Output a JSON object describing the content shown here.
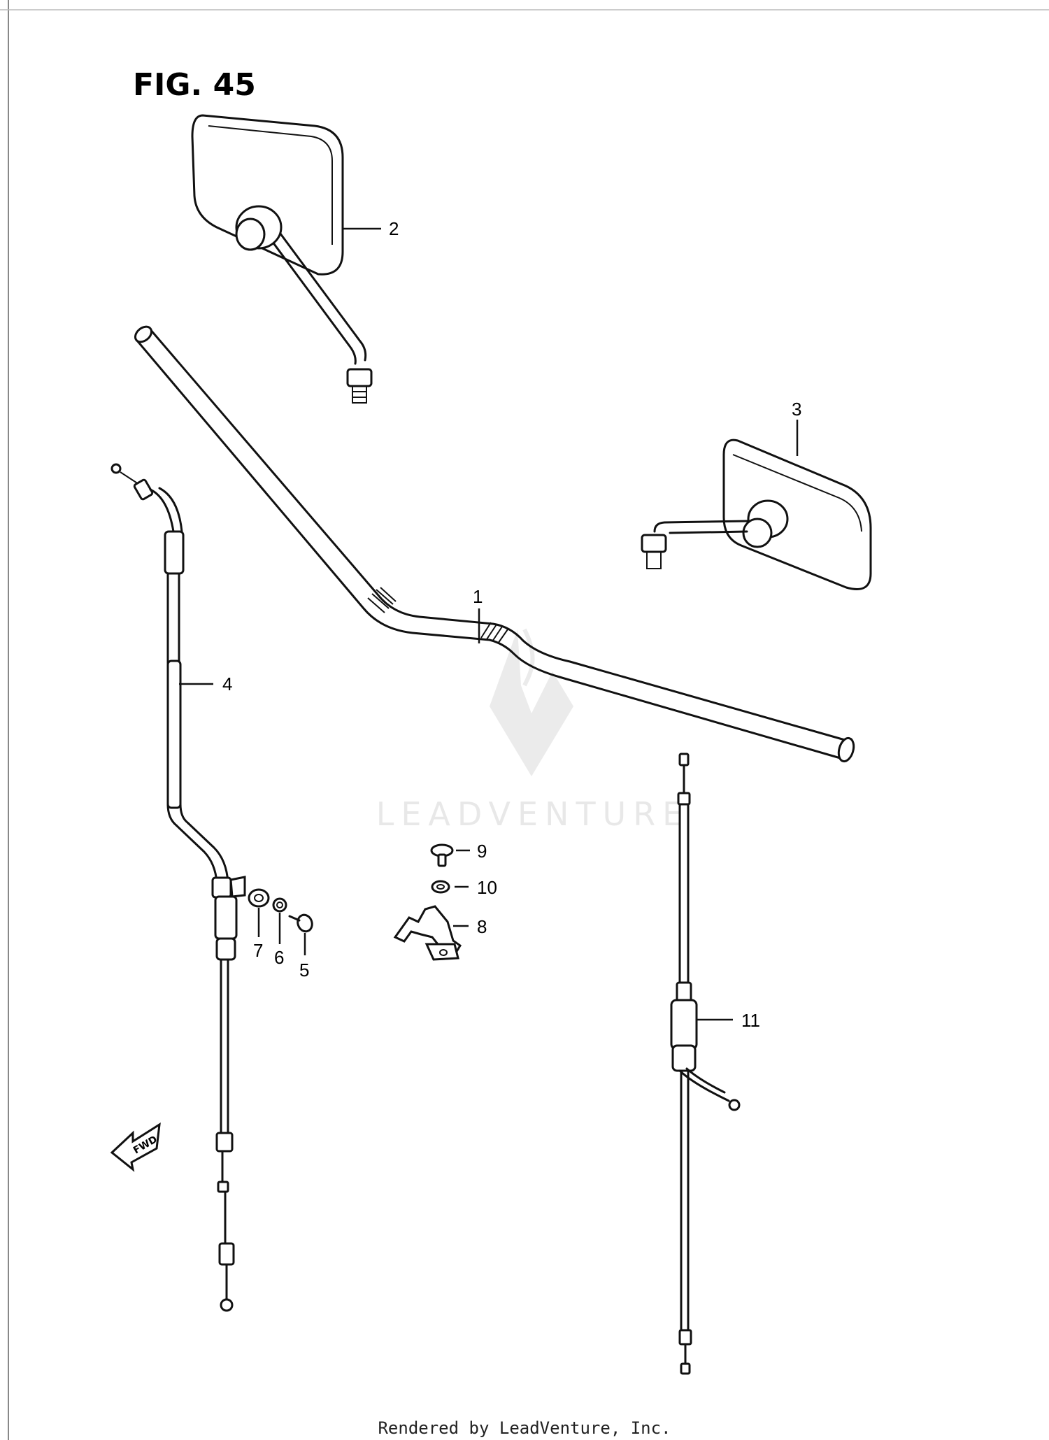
{
  "figure": {
    "title": "FIG. 45"
  },
  "callouts": {
    "c1": "1",
    "c2": "2",
    "c3": "3",
    "c4": "4",
    "c5": "5",
    "c6": "6",
    "c7": "7",
    "c8": "8",
    "c9": "9",
    "c10": "10",
    "c11": "11"
  },
  "watermark": {
    "text": "LEADVENTURE"
  },
  "footer": {
    "rendered_by": "Rendered by LeadVenture, Inc."
  },
  "fwd_badge": {
    "text": "FWD"
  }
}
